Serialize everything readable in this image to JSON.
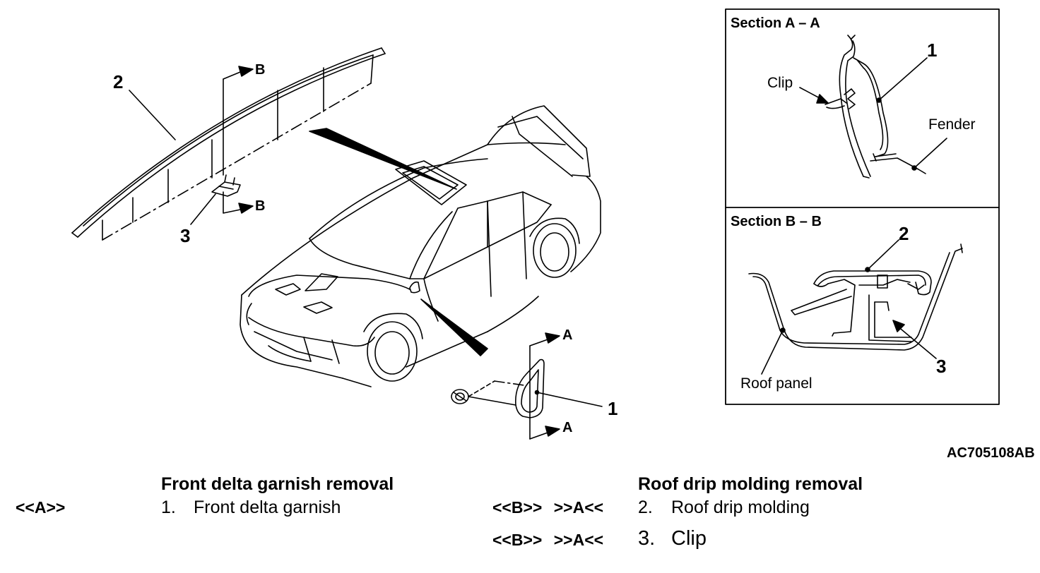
{
  "diagram": {
    "callouts": {
      "one": "1",
      "two": "2",
      "three": "3"
    },
    "section_markers": {
      "a": "A",
      "b": "B"
    },
    "section_a": {
      "title": "Section A – A",
      "clip": "Clip",
      "fender": "Fender",
      "callout": "1"
    },
    "section_b": {
      "title": "Section B – B",
      "roof_panel": "Roof panel",
      "callout_2": "2",
      "callout_3": "3"
    },
    "figure_code": "AC705108AB"
  },
  "legend": {
    "front": {
      "heading": "Front delta garnish removal",
      "items": [
        {
          "code": "<<A>>",
          "number": "1.",
          "name": "Front delta garnish"
        }
      ]
    },
    "roof": {
      "heading": "Roof drip molding removal",
      "items": [
        {
          "code": "<<B>> >>A<<",
          "number": "2.",
          "name": "Roof drip molding"
        },
        {
          "code": "<<B>> >>A<<",
          "number": "3.",
          "name": "Clip"
        }
      ]
    }
  }
}
